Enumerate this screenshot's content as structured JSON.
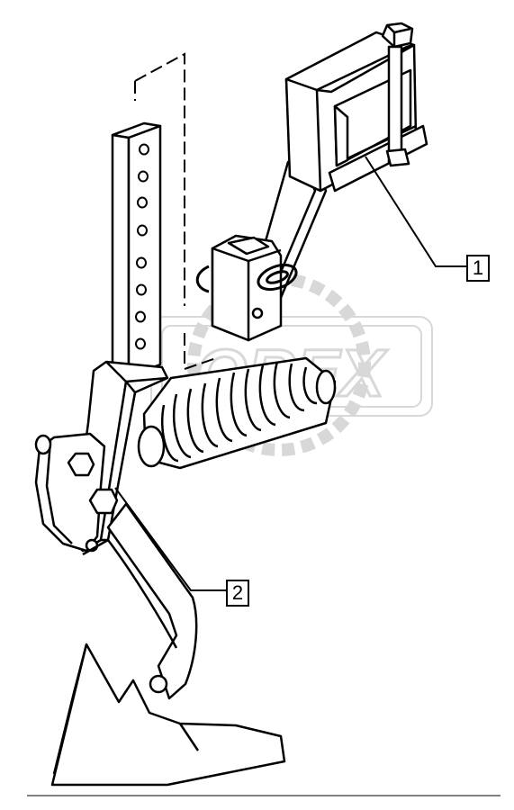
{
  "diagram": {
    "callouts": [
      {
        "id": "1",
        "label": "1"
      },
      {
        "id": "2",
        "label": "2"
      }
    ],
    "watermark_text": "OREX",
    "colors": {
      "line": "#000000",
      "watermark": "#d8d8d8",
      "background": "#ffffff"
    }
  }
}
